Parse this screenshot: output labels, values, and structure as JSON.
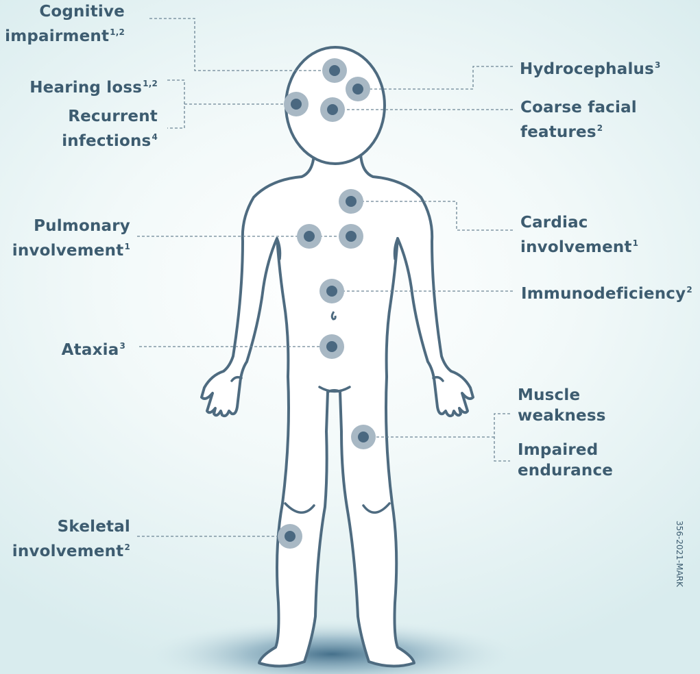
{
  "labels": {
    "cognitive": {
      "line1": "Cognitive",
      "line2": "impairment",
      "sup": "1,2"
    },
    "hearing": {
      "line1": "Hearing loss",
      "sup": "1,2"
    },
    "infections": {
      "line1": "Recurrent",
      "line2": "infections",
      "sup": "4"
    },
    "pulmonary": {
      "line1": "Pulmonary",
      "line2": "involvement",
      "sup": "1"
    },
    "ataxia": {
      "line1": "Ataxia",
      "sup": "3"
    },
    "skeletal": {
      "line1": "Skeletal",
      "line2": "involvement",
      "sup": "2"
    },
    "hydrocephalus": {
      "line1": "Hydrocephalus",
      "sup": "3"
    },
    "facial": {
      "line1": "Coarse facial",
      "line2": "features",
      "sup": "2"
    },
    "cardiac": {
      "line1": "Cardiac",
      "line2": "involvement",
      "sup": "1"
    },
    "immuno": {
      "line1": "Immunodeficiency",
      "sup": "2"
    },
    "muscle": {
      "line1": "Muscle",
      "line2": "weakness"
    },
    "endurance": {
      "line1": "Impaired",
      "line2": "endurance"
    }
  },
  "code": "356-2021-MARK",
  "colors": {
    "text": "#3d5c70",
    "outline": "#4e6b80",
    "dot_core": "#4a6880",
    "dot_halo": "#a8b8c4",
    "line": "#6b8494",
    "ground": "#3e6a86"
  }
}
